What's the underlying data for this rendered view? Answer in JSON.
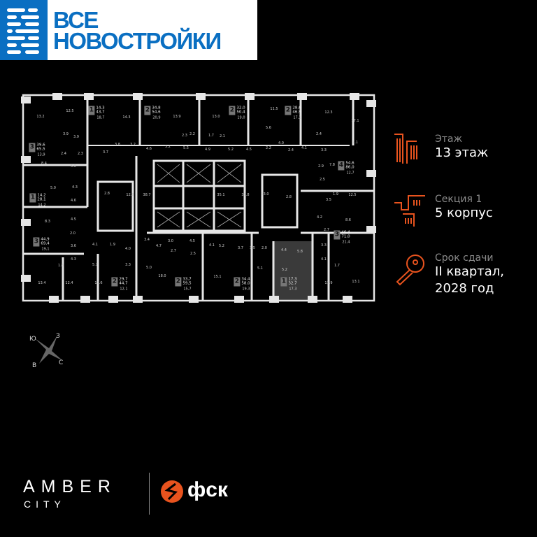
{
  "logo": {
    "line1": "ВСЕ",
    "line2": "НОВОСТРОЙКИ"
  },
  "info": {
    "floor_label": "Этаж",
    "floor_value": "13 этаж",
    "section_label": "Секция 1",
    "section_value": "5 корпус",
    "deadline_label": "Срок сдачи",
    "deadline_value_1": "II квартал,",
    "deadline_value_2": "2028 год"
  },
  "compass": {
    "n": "Ю",
    "e": "З",
    "w": "В",
    "s": "С"
  },
  "footer": {
    "brand": "AMBER",
    "brand_sub": "CITY",
    "developer": "фск"
  },
  "colors": {
    "accent": "#e8531e",
    "logo_blue": "#0a6fc2",
    "highlight": "#3a3a3a"
  },
  "apartments": [
    {
      "rooms": "1",
      "living": "14,3",
      "total": "43,7",
      "kitchen": "18,7"
    },
    {
      "rooms": "2",
      "living": "34,8",
      "total": "54,6",
      "kitchen": "20,9"
    },
    {
      "rooms": "2",
      "living": "32,0",
      "total": "50,4",
      "kitchen": "19,0"
    },
    {
      "rooms": "2",
      "living": "28,6",
      "total": "46,9",
      "kitchen": "17,1"
    },
    {
      "rooms": "3",
      "living": "39,6",
      "total": "65,5",
      "kitchen": "13,9"
    },
    {
      "rooms": "4",
      "living": "54,6",
      "total": "86,0",
      "kitchen": "12,7"
    },
    {
      "rooms": "1",
      "living": "14,2",
      "total": "28,1",
      "kitchen": "14,2"
    },
    {
      "rooms": "3",
      "living": "44,9",
      "total": "69,4",
      "kitchen": "19,1"
    },
    {
      "rooms": "3",
      "living": "46,4",
      "total": "71,0",
      "kitchen": "21,4"
    },
    {
      "rooms": "2",
      "living": "29,7",
      "total": "44,7",
      "kitchen": "12,1"
    },
    {
      "rooms": "2",
      "living": "33,7",
      "total": "59,5",
      "kitchen": "15,7"
    },
    {
      "rooms": "2",
      "living": "34,4",
      "total": "58,0",
      "kitchen": "19,3"
    },
    {
      "rooms": "1",
      "living": "17,3",
      "total": "32,7",
      "kitchen": "17,3"
    }
  ],
  "rooms": [
    "13.2",
    "12.5",
    "14.3",
    "13.9",
    "3.9",
    "3.9",
    "3.8",
    "3.2",
    "4.6",
    "5.2",
    "2.3",
    "2.2",
    "5.5",
    "2.4",
    "2.3",
    "3.7",
    "8.4",
    "5.0",
    "5.0",
    "4.3",
    "13.0",
    "11.5",
    "12.3",
    "17.1",
    "1.7",
    "2.1",
    "5.6",
    "4.9",
    "5.2",
    "4.5",
    "2.2",
    "4.0",
    "2.4",
    "4.1",
    "2.4",
    "3.3",
    "7.1",
    "2.9",
    "7.8",
    "2.5",
    "12.5",
    "1.9",
    "13.0",
    "35.1",
    "39.8",
    "38.7",
    "12.8",
    "2.8",
    "2.8",
    "3.5",
    "4.6",
    "8.3",
    "4.5",
    "2.0",
    "3.6",
    "4.1",
    "1.9",
    "4.0",
    "3.4",
    "4.7",
    "3.0",
    "4.5",
    "2.7",
    "2.5",
    "4.3",
    "5.7",
    "3.3",
    "5.0",
    "1.8",
    "13.4",
    "12.4",
    "13.6",
    "18.0",
    "4.1",
    "5.2",
    "3.7",
    "3.5",
    "2.0",
    "4.4",
    "5.8",
    "5.1",
    "5.2",
    "15.1",
    "11.9",
    "13.1",
    "4.2",
    "8.6",
    "2.7",
    "3.3",
    "4.1",
    "1.7"
  ]
}
